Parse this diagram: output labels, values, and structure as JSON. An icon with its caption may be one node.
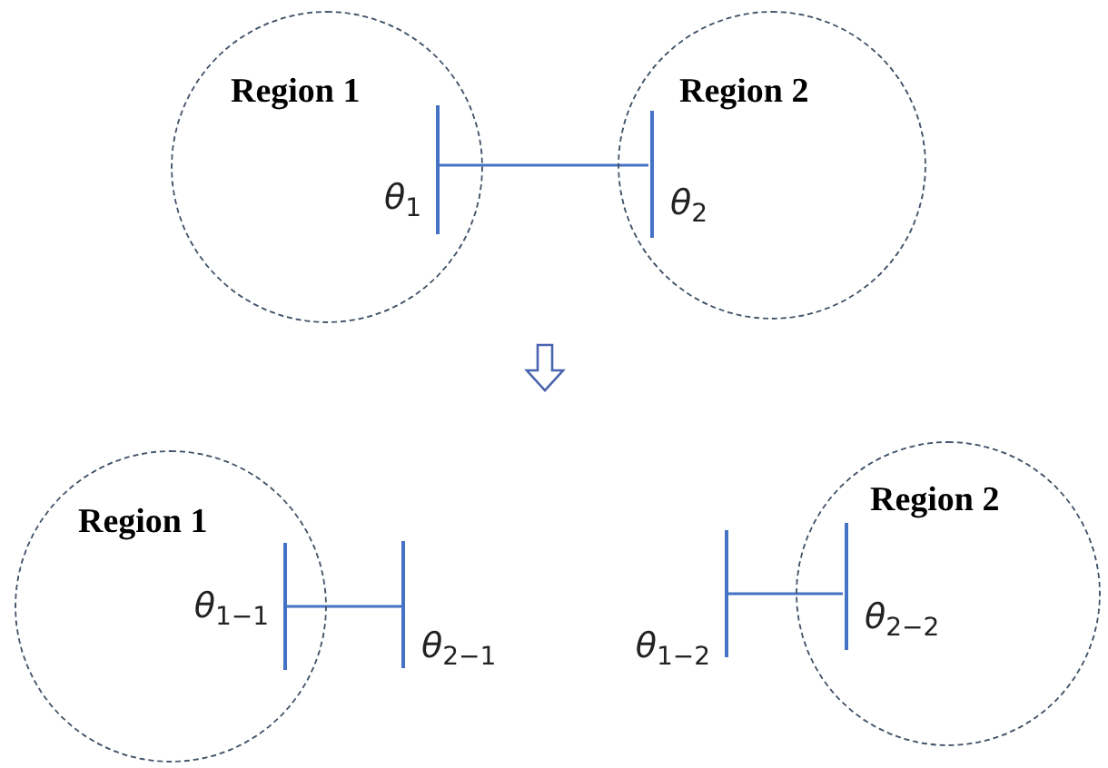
{
  "diagram": {
    "nodes": [
      {
        "text": [
          "Region 1"
        ]
      },
      {
        "text": [],
        "shape": "bar",
        "in": 0,
        "beside": [
          "*θ*$_{1}$"
        ]
      },
      {
        "text": [
          "Region 2"
        ]
      },
      {
        "text": [],
        "shape": "bar",
        "in": 2,
        "beside": [
          "*θ*$_{2}$"
        ]
      },
      {
        "text": [
          "Region 1"
        ]
      },
      {
        "text": [],
        "shape": "bar",
        "in": 4,
        "beside": [
          "*θ*$_{1−1}$"
        ]
      },
      {
        "text": [],
        "shape": "bar",
        "beside": [
          "*θ*$_{2−1}$"
        ]
      },
      {
        "text": [],
        "shape": "bar",
        "beside": [
          "*θ*$_{1−2}$"
        ]
      },
      {
        "text": [
          "Region 2"
        ]
      },
      {
        "text": [],
        "shape": "bar",
        "in": 8,
        "beside": [
          "*θ*$_{2−2}$"
        ]
      }
    ],
    "edges": [
      {
        "from": 1,
        "to": 3,
        "arrow": "none"
      },
      {
        "from": 5,
        "to": 6,
        "arrow": "none"
      },
      {
        "from": 7,
        "to": 9,
        "arrow": "none"
      }
    ]
  }
}
